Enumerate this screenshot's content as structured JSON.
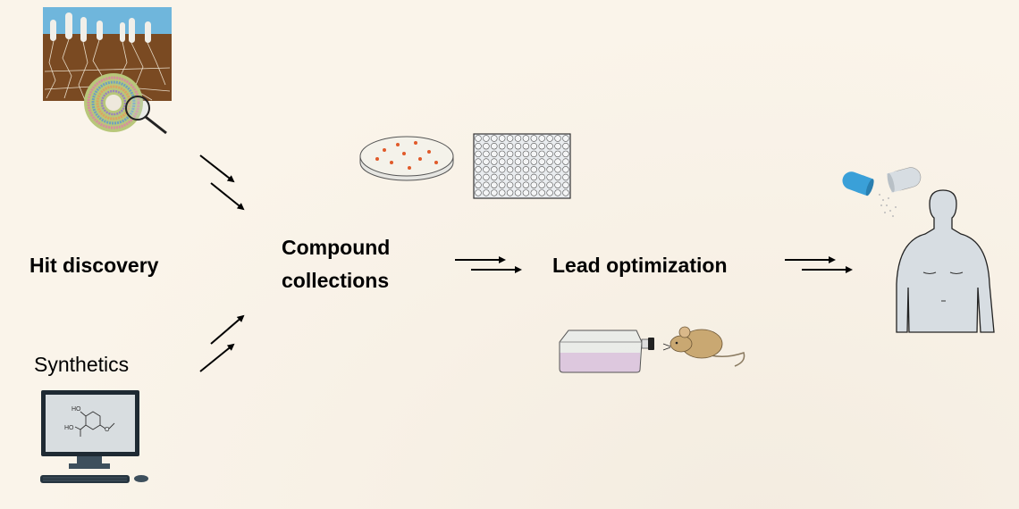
{
  "labels": {
    "hit_discovery": "Hit discovery",
    "synthetics": "Synthetics",
    "compound_line1": "Compound",
    "compound_line2": "collections",
    "lead_optimization": "Lead optimization"
  },
  "molecule": {
    "hydroxyl": "HO",
    "acid": "HO",
    "oxygen": "O"
  },
  "colors": {
    "soil": "#7a4a22",
    "sky": "#6fb6dc",
    "capsule_blue": "#3aa0d8",
    "body": "#d7dde2",
    "media": "#e4b8d4"
  }
}
